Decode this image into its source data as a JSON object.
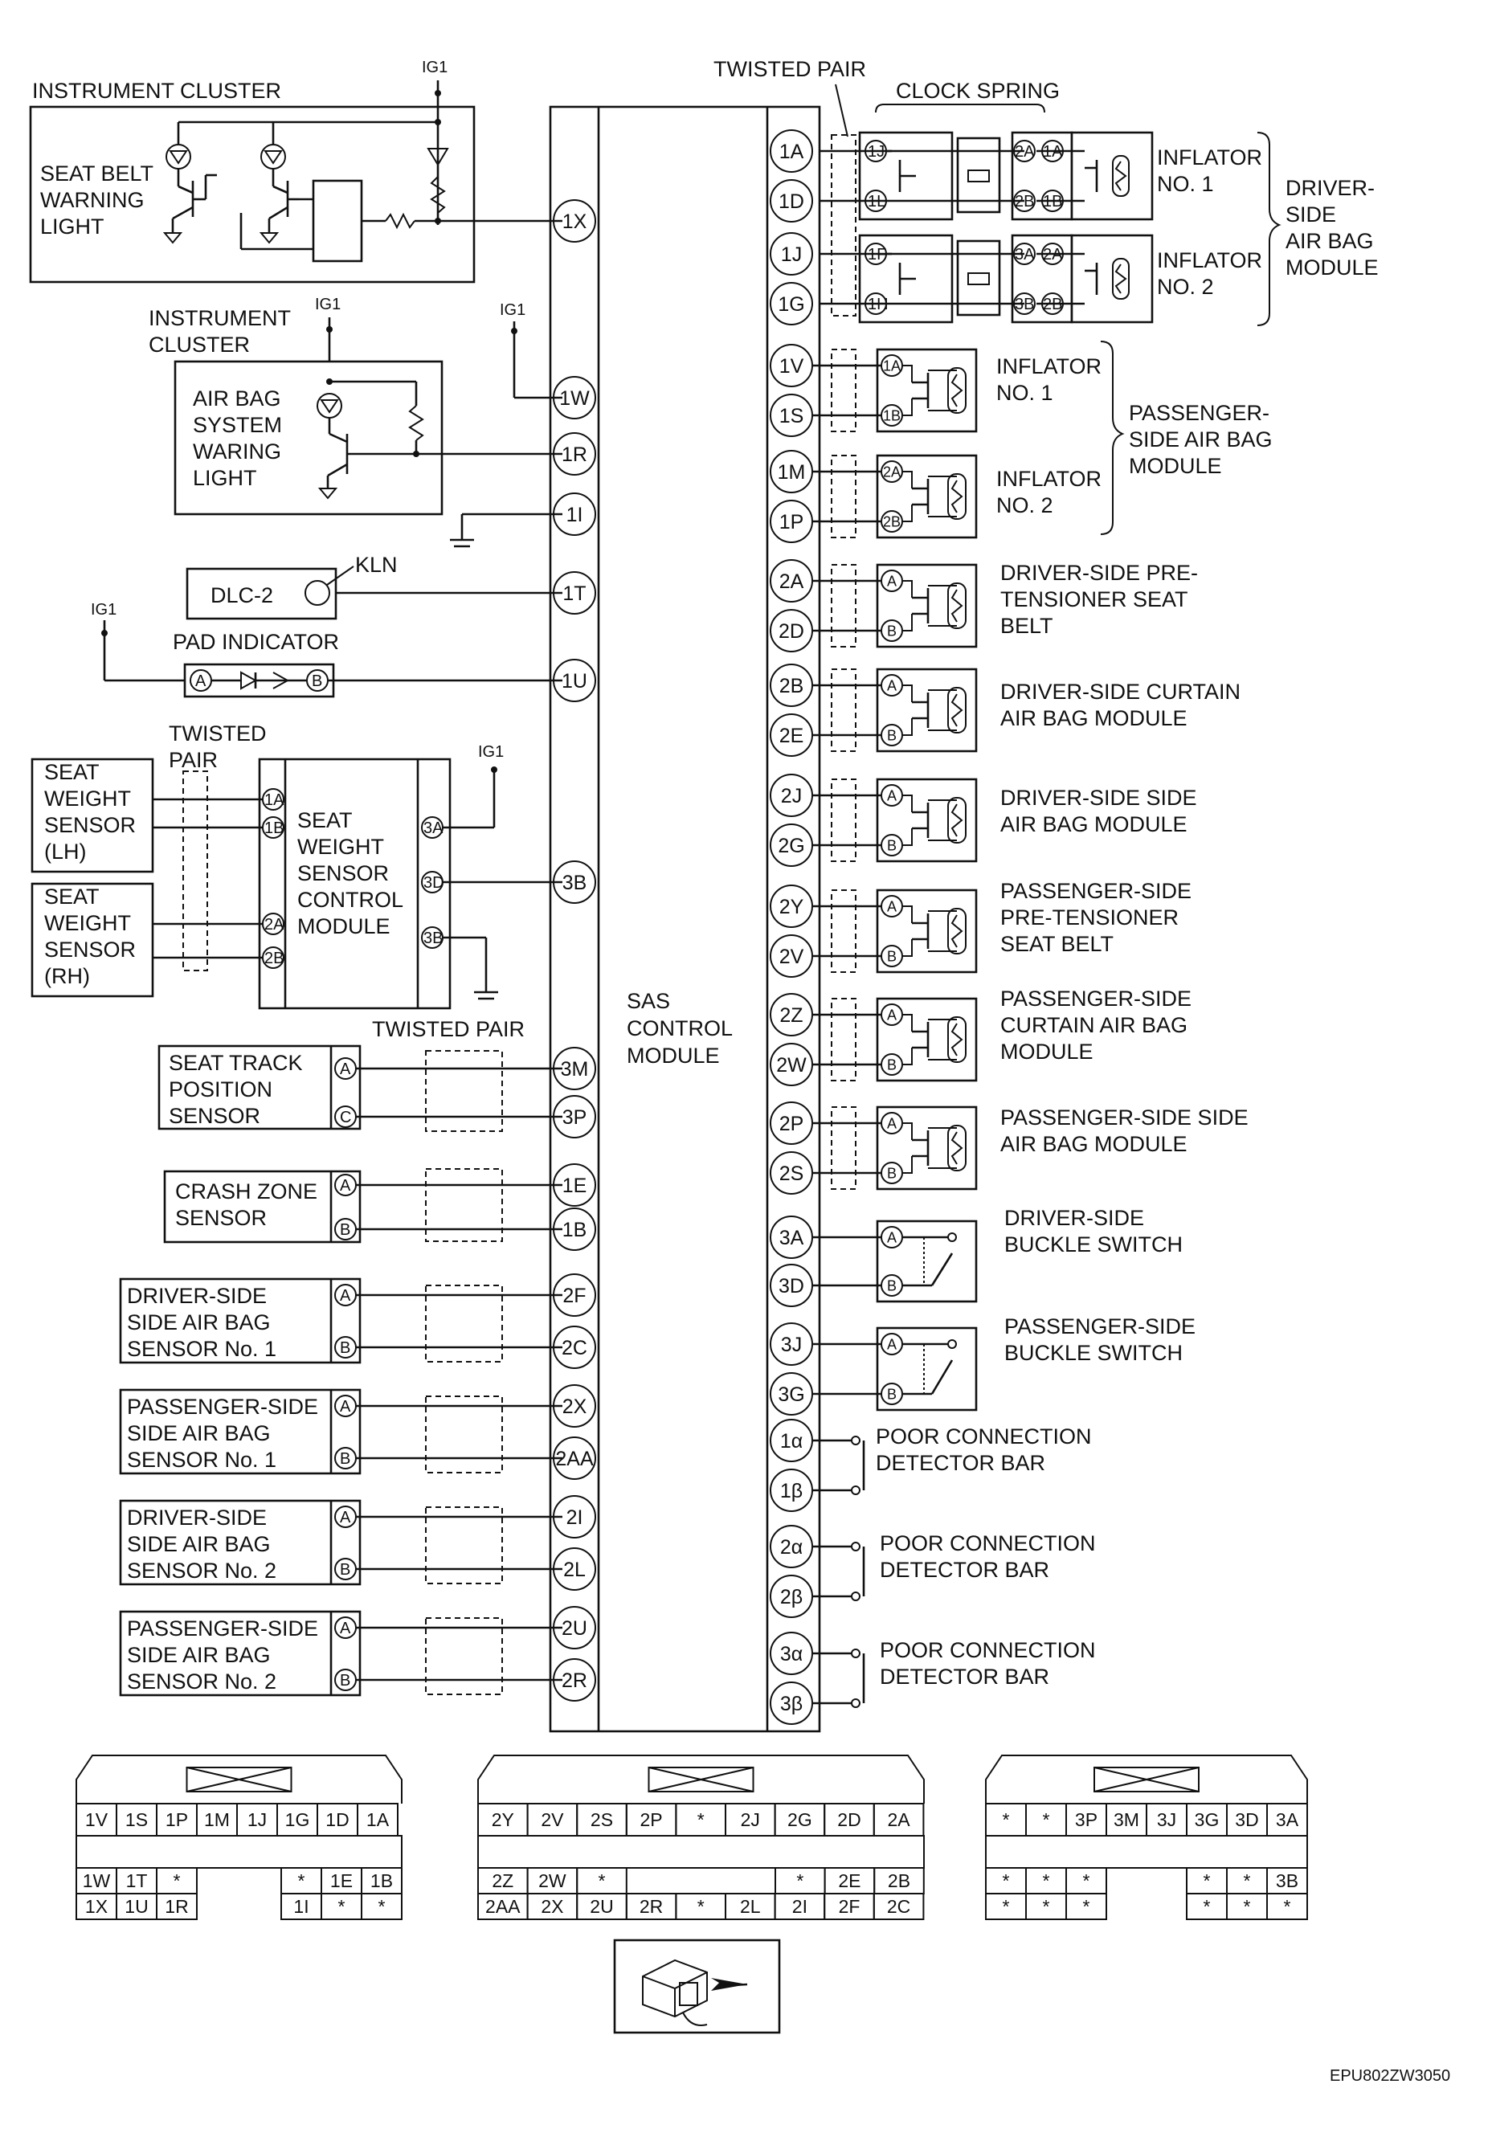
{
  "labels": {
    "instrument_cluster_top": "INSTRUMENT CLUSTER",
    "seat_belt_warning": [
      "SEAT BELT",
      "WARNING",
      "LIGHT"
    ],
    "ig1": "IG1",
    "instrument_cluster_2": [
      "INSTRUMENT",
      "CLUSTER"
    ],
    "air_bag_warning": [
      "AIR BAG",
      "SYSTEM",
      "WARING",
      "LIGHT"
    ],
    "dlc2": "DLC-2",
    "kln": "KLN",
    "pad_indicator": "PAD INDICATOR",
    "twisted_pair_left": [
      "TWISTED",
      "PAIR"
    ],
    "seat_weight_lh": [
      "SEAT",
      "WEIGHT",
      "SENSOR",
      "(LH)"
    ],
    "seat_weight_rh": [
      "SEAT",
      "WEIGHT",
      "SENSOR",
      "(RH)"
    ],
    "seat_weight_module": [
      "SEAT",
      "WEIGHT",
      "SENSOR",
      "CONTROL",
      "MODULE"
    ],
    "twisted_pair_mid": "TWISTED PAIR",
    "twisted_pair_top": "TWISTED PAIR",
    "clock_spring": "CLOCK SPRING",
    "sas_module": [
      "SAS",
      "CONTROL",
      "MODULE"
    ],
    "seat_track": [
      "SEAT TRACK",
      "POSITION",
      "SENSOR"
    ],
    "crash_zone": [
      "CRASH ZONE",
      "SENSOR"
    ],
    "driver_side_sensor_1": [
      "DRIVER-SIDE",
      "SIDE AIR BAG",
      "SENSOR No. 1"
    ],
    "passenger_side_sensor_1": [
      "PASSENGER-SIDE",
      "SIDE AIR BAG",
      "SENSOR No. 1"
    ],
    "driver_side_sensor_2": [
      "DRIVER-SIDE",
      "SIDE AIR BAG",
      "SENSOR No. 2"
    ],
    "passenger_side_sensor_2": [
      "PASSENGER-SIDE",
      "SIDE AIR BAG",
      "SENSOR No. 2"
    ],
    "inflator_no1": [
      "INFLATOR",
      "NO. 1"
    ],
    "inflator_no2": [
      "INFLATOR",
      "NO. 2"
    ],
    "driver_air_bag_module": [
      "DRIVER-",
      "SIDE",
      "AIR BAG",
      "MODULE"
    ],
    "passenger_air_bag_module": [
      "PASSENGER-",
      "SIDE AIR BAG",
      "MODULE"
    ],
    "driver_pretensioner": [
      "DRIVER-SIDE PRE-",
      "TENSIONER SEAT",
      "BELT"
    ],
    "driver_curtain": [
      "DRIVER-SIDE CURTAIN",
      "AIR BAG MODULE"
    ],
    "driver_side_side": [
      "DRIVER-SIDE SIDE",
      "AIR BAG MODULE"
    ],
    "passenger_pretensioner": [
      "PASSENGER-SIDE",
      "PRE-TENSIONER",
      "SEAT BELT"
    ],
    "passenger_curtain": [
      "PASSENGER-SIDE",
      "CURTAIN AIR BAG",
      "MODULE"
    ],
    "passenger_side_side": [
      "PASSENGER-SIDE SIDE",
      "AIR BAG MODULE"
    ],
    "driver_buckle": [
      "DRIVER-SIDE",
      "BUCKLE SWITCH"
    ],
    "passenger_buckle": [
      "PASSENGER-SIDE",
      "BUCKLE SWITCH"
    ],
    "poor_connection": [
      "POOR CONNECTION",
      "DETECTOR BAR"
    ],
    "figure_code": "EPU802ZW3050"
  },
  "pins": {
    "left": [
      "1X",
      "1W",
      "1R",
      "1I",
      "1T",
      "1U",
      "3B",
      "3M",
      "3P",
      "1E",
      "1B",
      "2F",
      "2C",
      "2X",
      "2AA",
      "2I",
      "2L",
      "2U",
      "2R"
    ],
    "right": [
      "1A",
      "1D",
      "1J",
      "1G",
      "1V",
      "1S",
      "1M",
      "1P",
      "2A",
      "2D",
      "2B",
      "2E",
      "2J",
      "2G",
      "2Y",
      "2V",
      "2Z",
      "2W",
      "2P",
      "2S",
      "3A",
      "3D",
      "3J",
      "3G",
      "1α",
      "1β",
      "2α",
      "2β",
      "3α",
      "3β"
    ],
    "inflator_drv1": [
      "1J",
      "1L",
      "2A",
      "2B",
      "1A",
      "1B"
    ],
    "inflator_drv2": [
      "1F",
      "1H",
      "3A",
      "3B",
      "2A",
      "2B"
    ],
    "swsm_left": [
      "1A",
      "1B",
      "2A",
      "2B"
    ],
    "swsm_right": [
      "3A",
      "3D",
      "3B"
    ],
    "ab": [
      "A",
      "B"
    ],
    "ac": [
      "A",
      "C"
    ]
  },
  "connectors": {
    "c1": {
      "top": [
        "1V",
        "1S",
        "1P",
        "1M",
        "1J",
        "1G",
        "1D",
        "1A"
      ],
      "mid_left": [
        "1W",
        "1T",
        "*"
      ],
      "mid_right": [
        "*",
        "1E",
        "1B"
      ],
      "bot_left": [
        "1X",
        "1U",
        "1R"
      ],
      "bot_right": [
        "1I",
        "*",
        "*"
      ]
    },
    "c2": {
      "top": [
        "2Y",
        "2V",
        "2S",
        "2P",
        "*",
        "2J",
        "2G",
        "2D",
        "2A"
      ],
      "mid_left": [
        "2Z",
        "2W",
        "*"
      ],
      "mid_right": [
        "*",
        "2E",
        "2B"
      ],
      "bot": [
        "2AA",
        "2X",
        "2U",
        "2R",
        "*",
        "2L",
        "2I",
        "2F",
        "2C"
      ]
    },
    "c3": {
      "top": [
        "*",
        "*",
        "3P",
        "3M",
        "3J",
        "3G",
        "3D",
        "3A"
      ],
      "mid_left": [
        "*",
        "*",
        "*"
      ],
      "mid_right": [
        "*",
        "*",
        "3B"
      ],
      "bot_left": [
        "*",
        "*",
        "*"
      ],
      "bot_right": [
        "*",
        "*",
        "*"
      ]
    }
  },
  "colors": {
    "ink": "#111111",
    "paper": "#ffffff"
  }
}
